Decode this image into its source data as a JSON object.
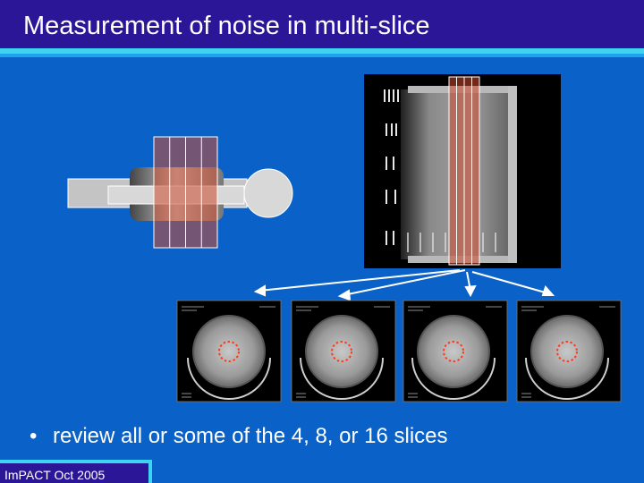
{
  "slide": {
    "title": "Measurement of noise in multi-slice",
    "bullet_symbol": "•",
    "bullet": "review all or some of the 4, 8, or 16 slices",
    "footer": "ImPACT Oct 2005"
  },
  "colors": {
    "background": "#0a62c8",
    "title_bar": "#2a1696",
    "accent_rule": "#3fd3f2",
    "slice_band": "#cc4a2e"
  }
}
